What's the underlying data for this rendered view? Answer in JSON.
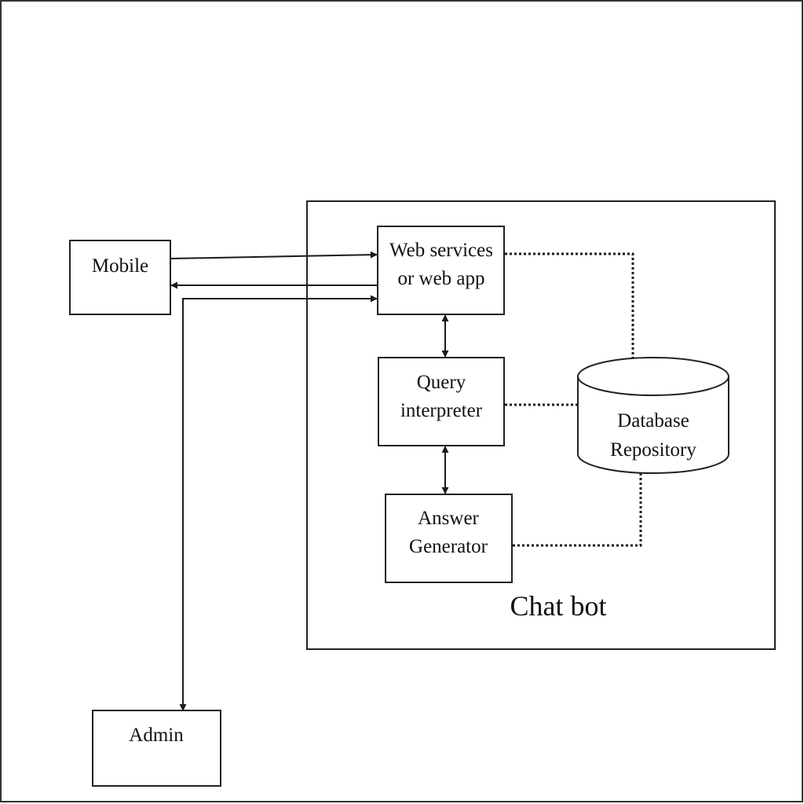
{
  "colors": {
    "line": "#1a1a1a",
    "frame": "#333333",
    "background": "#ffffff"
  },
  "nodes": {
    "mobile": {
      "lines": [
        "Mobile"
      ]
    },
    "admin": {
      "lines": [
        "Admin"
      ]
    },
    "web_services": {
      "lines": [
        "Web services",
        "or web app"
      ]
    },
    "query_interpreter": {
      "lines": [
        "Query",
        "interpreter"
      ]
    },
    "answer_generator": {
      "lines": [
        "Answer",
        "Generator"
      ]
    },
    "database": {
      "lines": [
        "Database",
        "Repository"
      ]
    }
  },
  "system_boundary": {
    "label": "Chat bot"
  }
}
